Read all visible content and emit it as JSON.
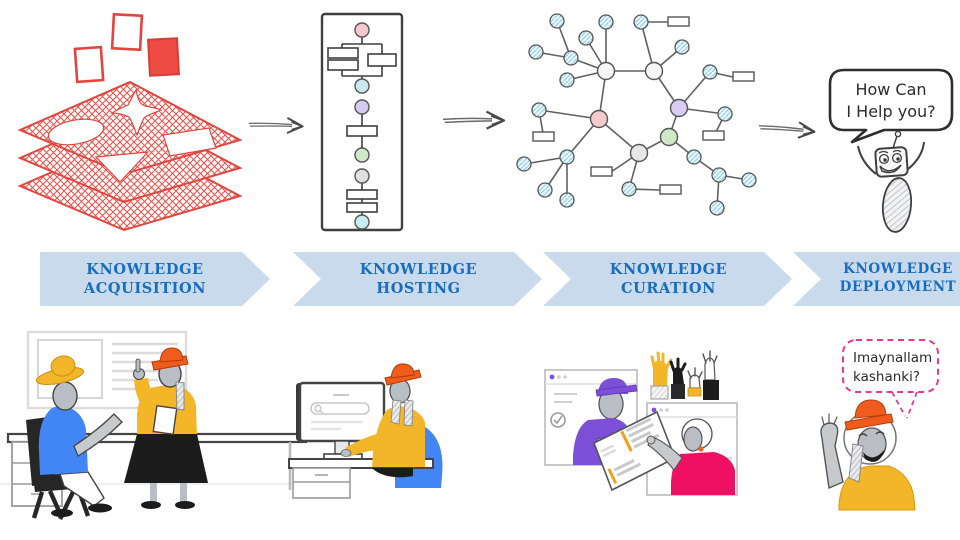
{
  "pipeline": {
    "stages": [
      {
        "id": "acquisition",
        "line1": "KNOWLEDGE",
        "line2": "ACQUISITION"
      },
      {
        "id": "hosting",
        "line1": "KNOWLEDGE",
        "line2": "HOSTING"
      },
      {
        "id": "curation",
        "line1": "KNOWLEDGE",
        "line2": "CURATION"
      },
      {
        "id": "deployment",
        "line1": "KNOWLEDGE",
        "line2": "DEPLOYMENT"
      }
    ]
  },
  "speech": {
    "robot": {
      "line1": "How Can",
      "line2": "I Help you?"
    },
    "greeting": {
      "line1": "Imaynallam",
      "line2": "kashanki?"
    }
  },
  "illustrations": {
    "acquisition_top": "red-sketch-layers",
    "hosting_top": "flowchart",
    "curation_top": "knowledge-graph",
    "deployment_top": "chatbot-robot",
    "acquisition_bottom": "people-meeting-at-desk",
    "hosting_bottom": "person-at-computer",
    "curation_bottom": "people-reviewing-documents",
    "deployment_bottom": "person-greeting"
  },
  "colors": {
    "banner_fill": "#c9daed",
    "banner_text": "#176dbe",
    "sketch_red": "#e8564f",
    "orange": "#f05c1c",
    "yellow": "#f3b629",
    "blue": "#4285f4",
    "purple": "#7c4fd8",
    "pink": "#ef0f63",
    "bubble_outline_pink": "#e23a97",
    "node_blue": "#eef8fc",
    "node_pink": "#f5caca",
    "node_purple": "#d9cdf4",
    "node_green": "#cfe9c6",
    "node_teal": "#c9e9ef",
    "node_gray": "#e6e6e6",
    "ink": "#3f3f3f"
  }
}
